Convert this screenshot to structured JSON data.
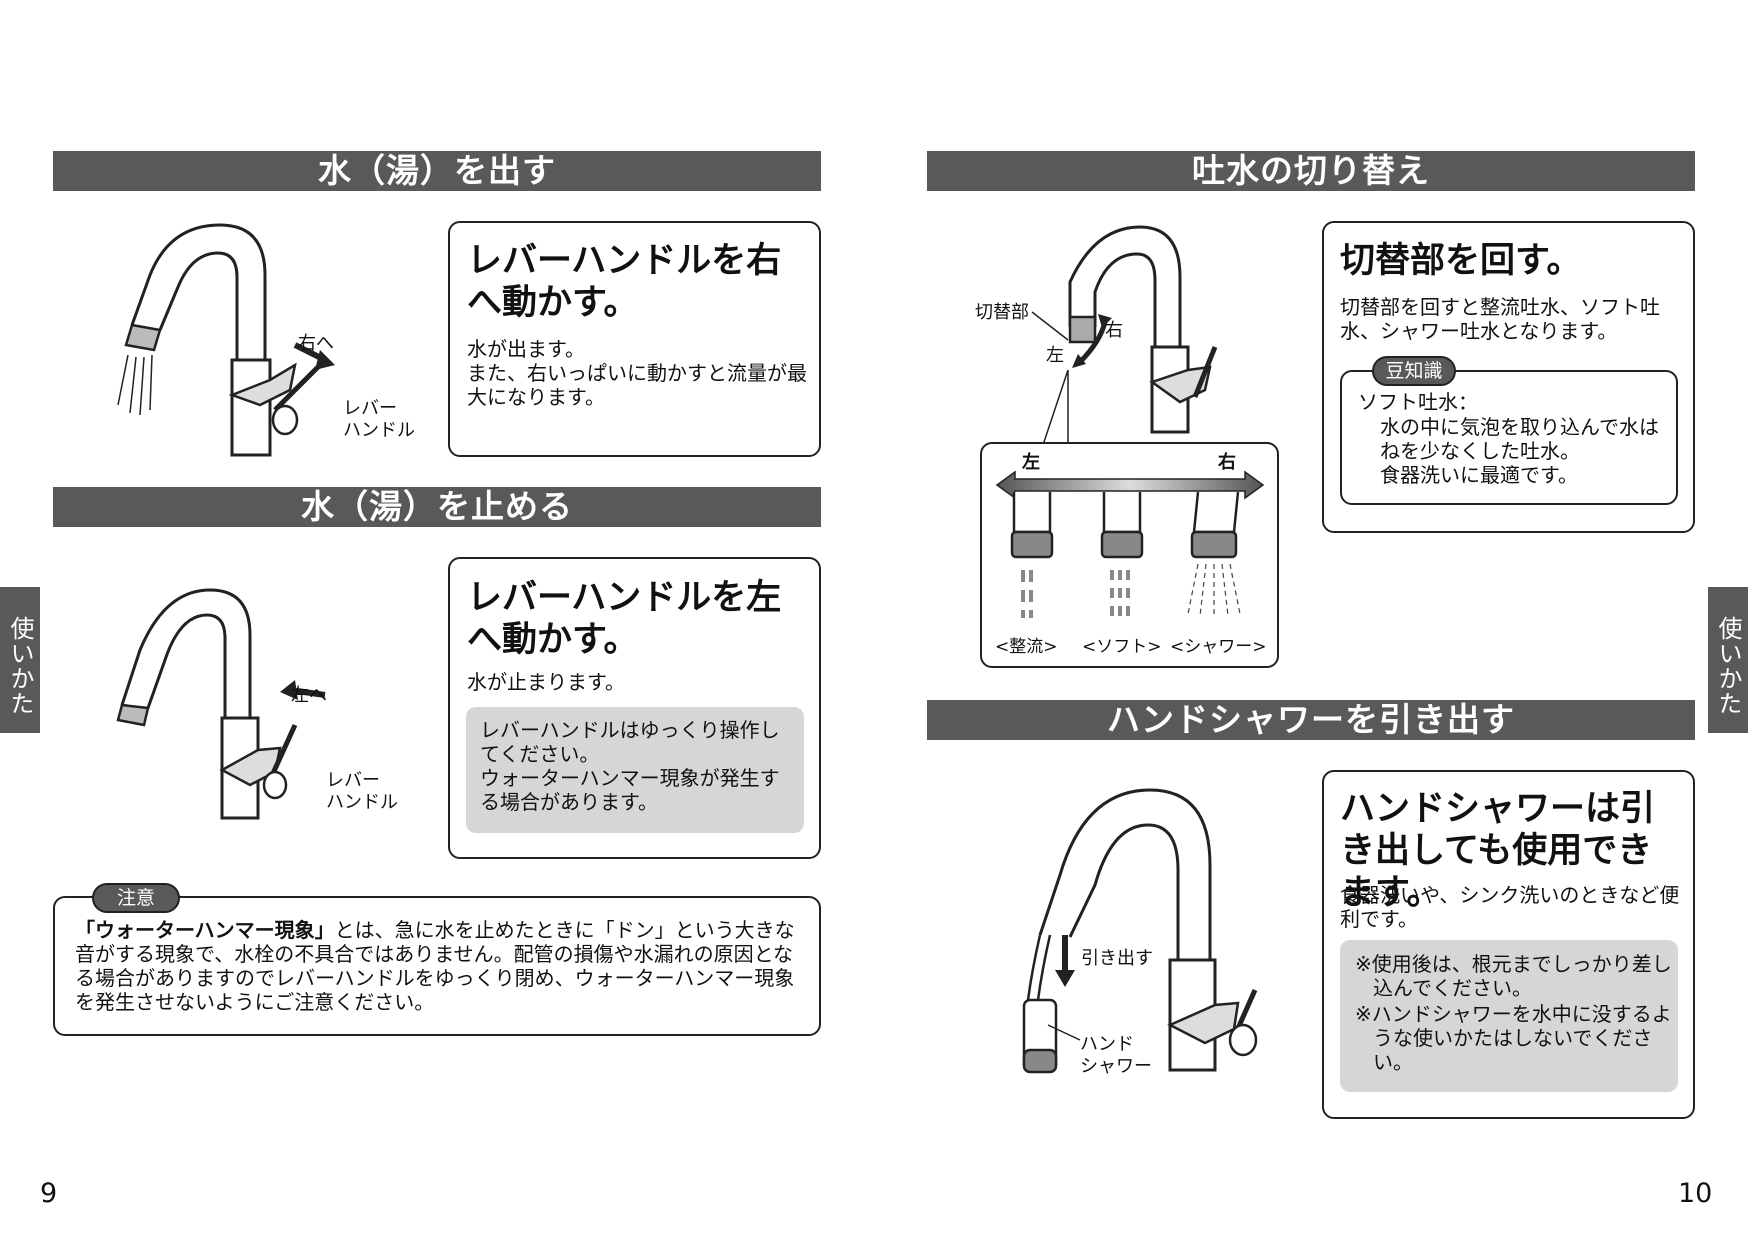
{
  "left_page": {
    "section_dispense": {
      "heading": "水（湯）を出す",
      "instruction_title": "レバーハンドルを右へ動かす。",
      "body": "水が出ます。\nまた、右いっぱいに動かすと流量が最大になります。",
      "label_direction": "右へ",
      "label_lever": "レバー\nハンドル"
    },
    "section_stop": {
      "heading": "水（湯）を止める",
      "instruction_title": "レバーハンドルを左へ動かす。",
      "body": "水が止まります。",
      "note": "レバーハンドルはゆっくり操作してください。\nウォーターハンマー現象が発生する場合があります。",
      "label_direction": "左へ",
      "label_lever": "レバー\nハンドル"
    },
    "caution": {
      "tag": "注意",
      "term": "「ウォーターハンマー現象」",
      "text": "とは、急に水を止めたときに「ドン」という大きな音がする現象で、水栓の不具合ではありません。配管の損傷や水漏れの原因となる場合がありますのでレバーハンドルをゆっくり閉め、ウォーターハンマー現象を発生させないようにご注意ください。"
    },
    "side_tab": "使いかた",
    "page_number": "9"
  },
  "right_page": {
    "section_switch": {
      "heading": "吐水の切り替え",
      "instruction_title": "切替部を回す。",
      "body": "切替部を回すと整流吐水、ソフト吐水、シャワー吐水となります。",
      "tip_tag": "豆知識",
      "tip_title": "ソフト吐水：",
      "tip_body": "水の中に気泡を取り込んで水はねを少なくした吐水。\n食器洗いに最適です。",
      "label_switch": "切替部",
      "label_right": "右",
      "label_left": "左",
      "inset_left": "左",
      "inset_right": "右",
      "mode_labels": [
        "<整流>",
        "<ソフト>",
        "<シャワー>"
      ]
    },
    "section_handshower": {
      "heading": "ハンドシャワーを引き出す",
      "instruction_title": "ハンドシャワーは引き出しても使用できます。",
      "body": "食器洗いや、シンク洗いのときなど便利です。",
      "notes": [
        "※使用後は、根元までしっかり差し込んでください。",
        "※ハンドシャワーを水中に没するような使いかたはしないでください。"
      ],
      "label_pull": "引き出す",
      "label_handshower": "ハンド\nシャワー"
    },
    "side_tab": "使いかた",
    "page_number": "10"
  }
}
